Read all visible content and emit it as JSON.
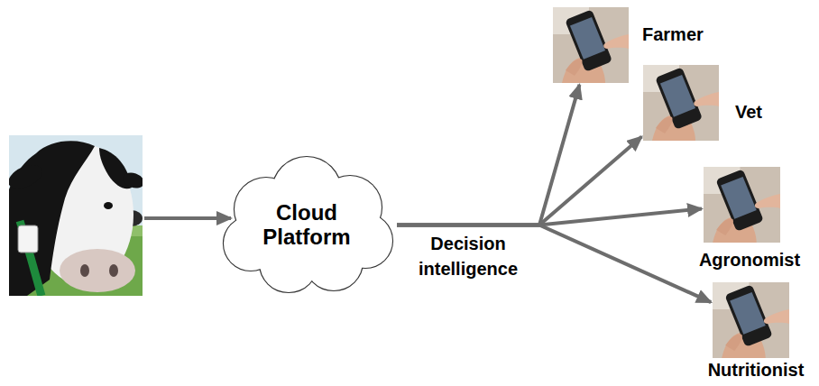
{
  "diagram": {
    "nodes": [
      {
        "text": [
          "Cloud Platform"
        ]
      },
      {
        "text": [
          "Farmer"
        ]
      },
      {
        "text": [
          "Vet"
        ]
      },
      {
        "text": [
          "Agronomist"
        ]
      },
      {
        "text": [
          "Nutritionist"
        ]
      }
    ],
    "edges": [
      {
        "from": 0,
        "to": 1,
        "arrow": "to",
        "label": "Decision intelligence"
      },
      {
        "from": 0,
        "to": 2,
        "arrow": "to"
      },
      {
        "from": 0,
        "to": 3,
        "arrow": "to"
      },
      {
        "from": 0,
        "to": 4,
        "arrow": "to"
      }
    ]
  }
}
